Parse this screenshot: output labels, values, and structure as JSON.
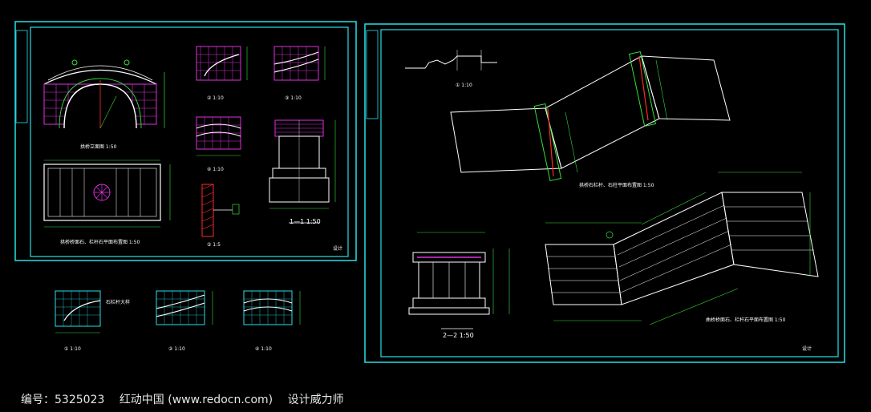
{
  "colors": {
    "background": "#000000",
    "frame": "#29e0e8",
    "lines_white": "#ffffff",
    "dim_green": "#35e03a",
    "magenta": "#e030e0",
    "red": "#ff2a2a",
    "yellow": "#f2e83a"
  },
  "sheet_left": {
    "title_stamp": "设计",
    "views": [
      {
        "id": "bridge-elevation",
        "caption": "拱桥立面图 1:50"
      },
      {
        "id": "detail-1",
        "caption": "① 1:10"
      },
      {
        "id": "detail-2",
        "caption": "② 1:10"
      },
      {
        "id": "detail-3",
        "caption": "③ 1:10"
      },
      {
        "id": "detail-4",
        "caption": "④ 1:10"
      },
      {
        "id": "detail-5",
        "caption": "⑤ 1:5"
      },
      {
        "id": "section-1",
        "caption": "1—1 1:50"
      },
      {
        "id": "bridge-plan",
        "caption": "拱桥桥面石、栏杆石平面布置图 1:50"
      }
    ]
  },
  "details_row": {
    "views": [
      {
        "id": "detail-a",
        "caption": "① 1:10",
        "note": "石栏杆大样"
      },
      {
        "id": "detail-b",
        "caption": "② 1:10"
      },
      {
        "id": "detail-c",
        "caption": "④ 1:10"
      }
    ]
  },
  "sheet_right": {
    "title_stamp": "设计",
    "views": [
      {
        "id": "detail-top",
        "caption": "① 1:10"
      },
      {
        "id": "bridge-plan-2",
        "caption": "拱桥石栏杆、石柱平面布置图 1:50"
      },
      {
        "id": "section-2",
        "caption": "2—2 1:50"
      },
      {
        "id": "zigzag-plan",
        "caption": "曲桥桥面石、栏杆石平面布置图 1:50"
      }
    ]
  },
  "footer": {
    "code": "编号：5325023",
    "site": "红动中国 (www.redocn.com)",
    "author": "设计威力师"
  }
}
